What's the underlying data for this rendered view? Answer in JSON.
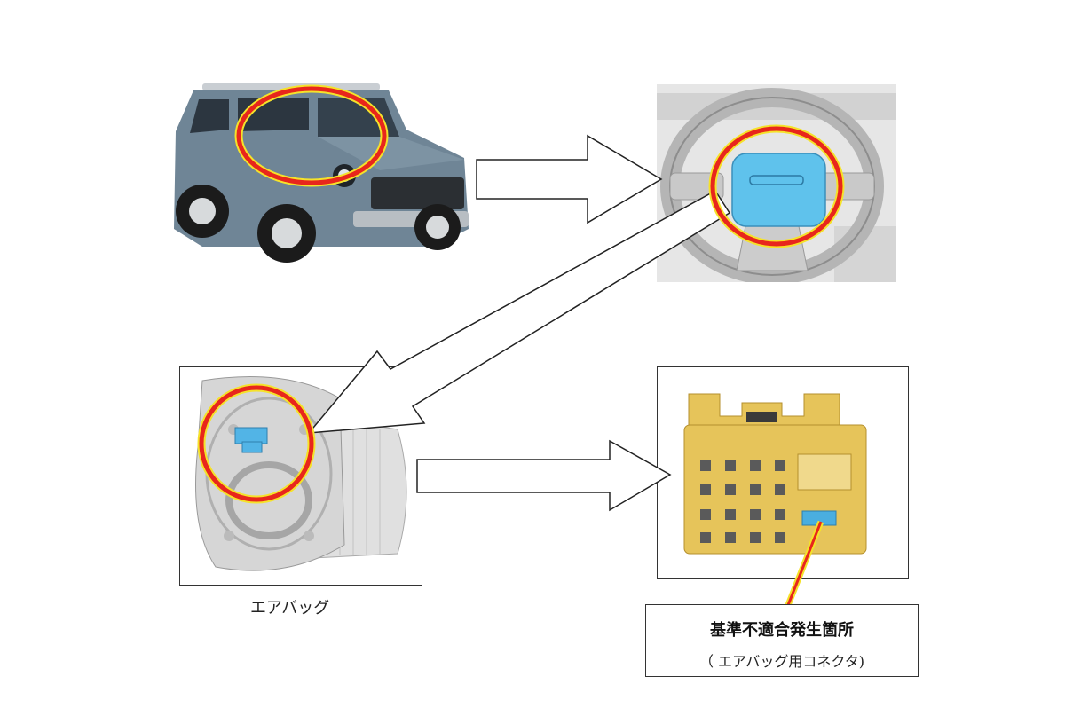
{
  "labels": {
    "airbag_caption": "エアバッグ",
    "callout_title": "基準不適合発生箇所",
    "callout_subtitle": "（ エアバッグ用コネクタ)"
  },
  "colors": {
    "highlight_outer": "#e8261c",
    "highlight_inner": "#f5e22a",
    "connector_blue": "#4aaee0",
    "connector_yellow": "#e6c45a",
    "car_body": "#6f8596"
  }
}
